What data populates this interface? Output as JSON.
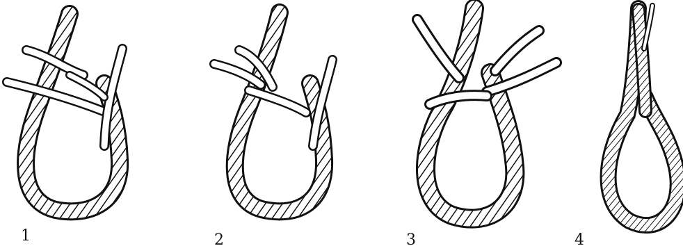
{
  "figure": {
    "steps": [
      {
        "label": "1"
      },
      {
        "label": "2"
      },
      {
        "label": "3"
      },
      {
        "label": "4"
      }
    ]
  },
  "colors": {
    "ink": "#111111",
    "rope_fill": "#ffffff",
    "background": "#ffffff"
  }
}
